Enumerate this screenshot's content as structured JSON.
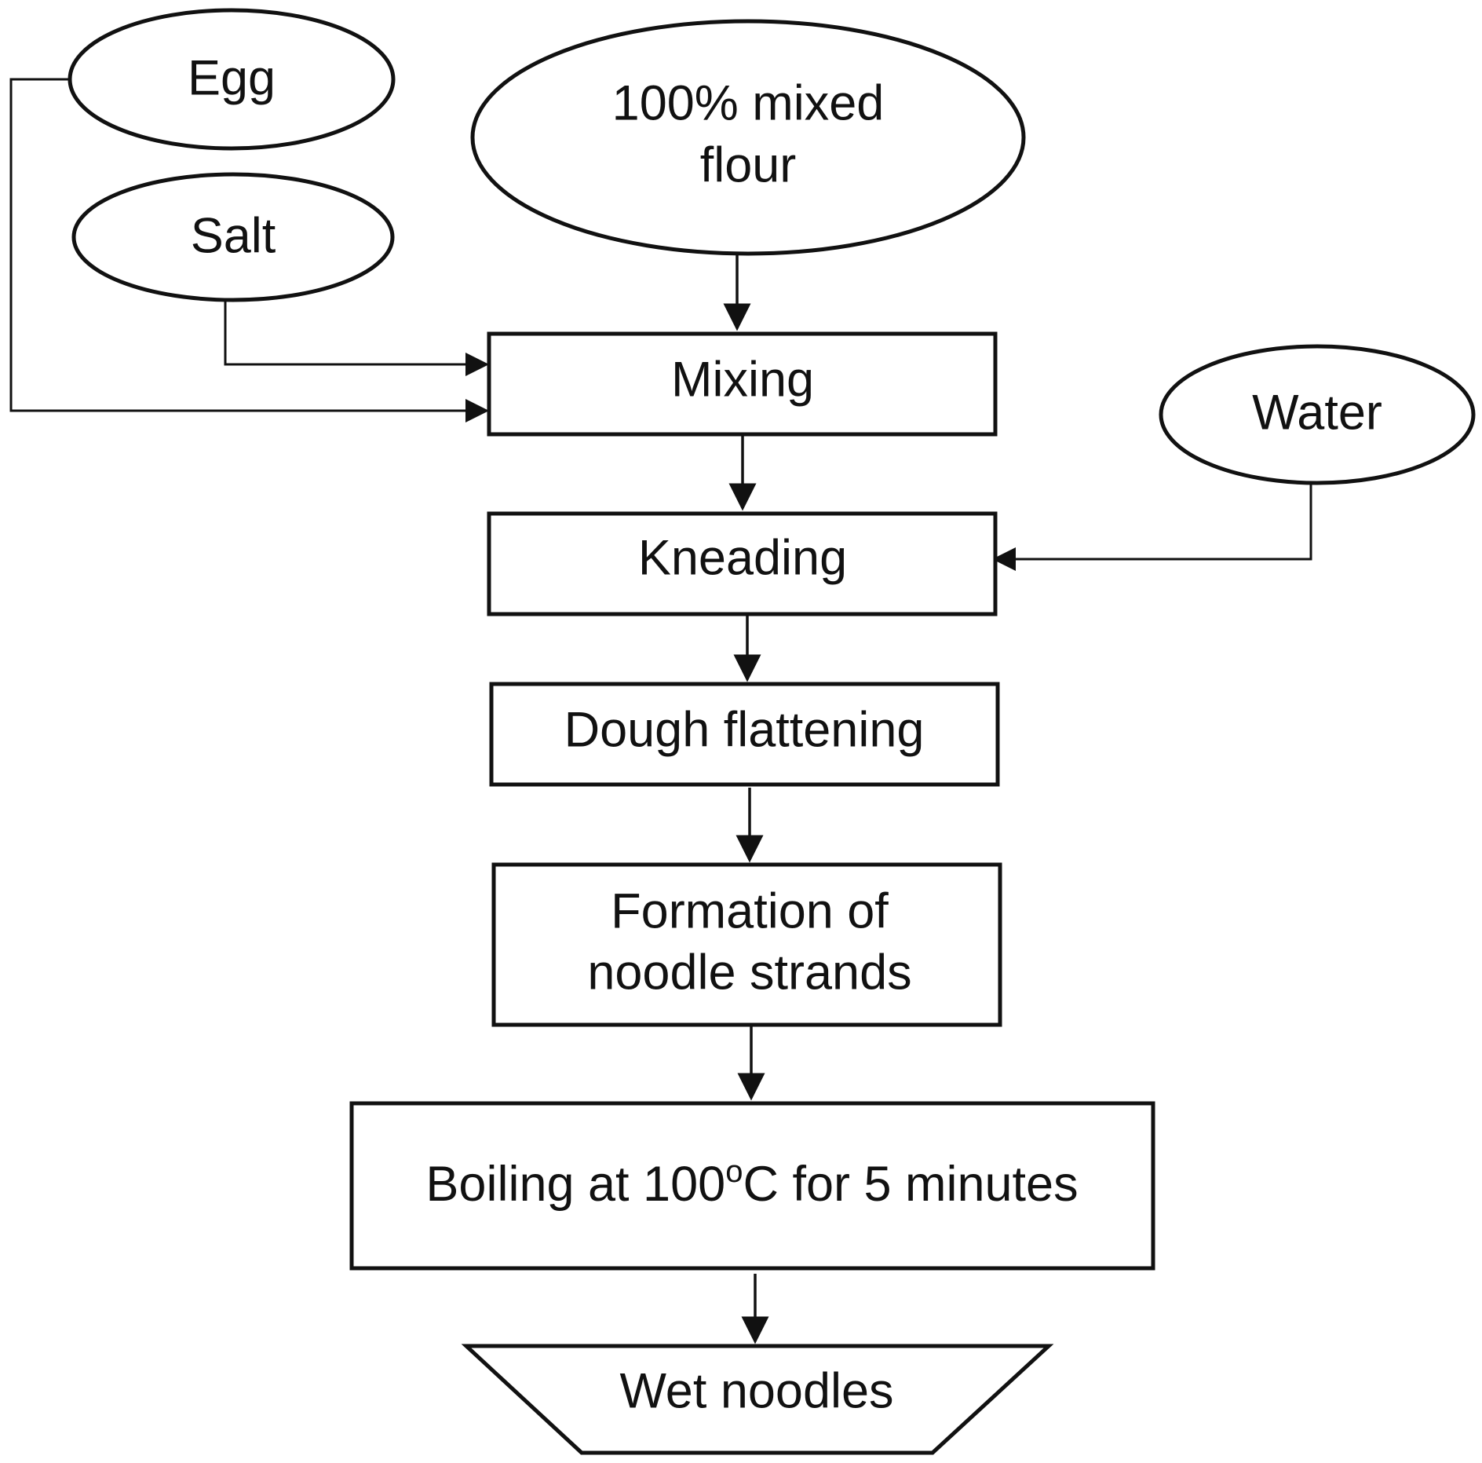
{
  "nodes": {
    "egg": "Egg",
    "salt": "Salt",
    "flour_line1": "100% mixed",
    "flour_line2": "flour",
    "water": "Water",
    "mixing": "Mixing",
    "kneading": "Kneading",
    "flattening": "Dough flattening",
    "strands_line1": "Formation of",
    "strands_line2": "noodle strands",
    "boiling_part1": "Boiling at 100",
    "boiling_degree": "o",
    "boiling_part2": "C for 5 minutes",
    "wet_noodles": "Wet noodles"
  }
}
